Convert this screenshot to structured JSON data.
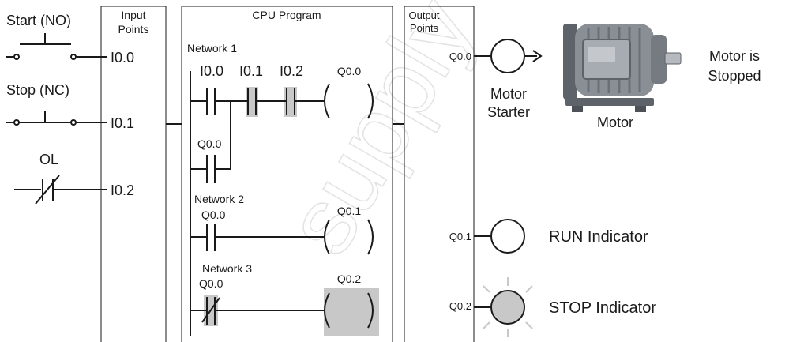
{
  "inputs": {
    "start_label": "Start (NO)",
    "stop_label": "Stop (NC)",
    "ol_label": "OL",
    "addr_i00": "I0.0",
    "addr_i01": "I0.1",
    "addr_i02": "I0.2"
  },
  "input_module": {
    "title_line1": "Input",
    "title_line2": "Points"
  },
  "cpu": {
    "title": "CPU Program",
    "network1": {
      "label": "Network 1",
      "contact_i00": "I0.0",
      "contact_i01": "I0.1",
      "contact_i02": "I0.2",
      "coil_q00": "Q0.0",
      "branch_q00": "Q0.0"
    },
    "network2": {
      "label": "Network 2",
      "contact_q00": "Q0.0",
      "coil_q01": "Q0.1"
    },
    "network3": {
      "label": "Network 3",
      "contact_q00": "Q0.0",
      "coil_q02": "Q0.2"
    }
  },
  "output_module": {
    "title_line1": "Output",
    "title_line2": "Points",
    "addr_q00": "Q0.0",
    "addr_q01": "Q0.1",
    "addr_q02": "Q0.2"
  },
  "devices": {
    "motor_starter_line1": "Motor",
    "motor_starter_line2": "Starter",
    "motor_label": "Motor",
    "motor_status_line1": "Motor is",
    "motor_status_line2": "Stopped",
    "run_indicator": "RUN Indicator",
    "stop_indicator": "STOP Indicator"
  },
  "watermark": "supply",
  "colors": {
    "line": "#1a1a1a",
    "energized_highlight": "#c8c8c8",
    "stop_lamp_on": "#c8c8c8",
    "motor_body": "#8a8f96"
  }
}
